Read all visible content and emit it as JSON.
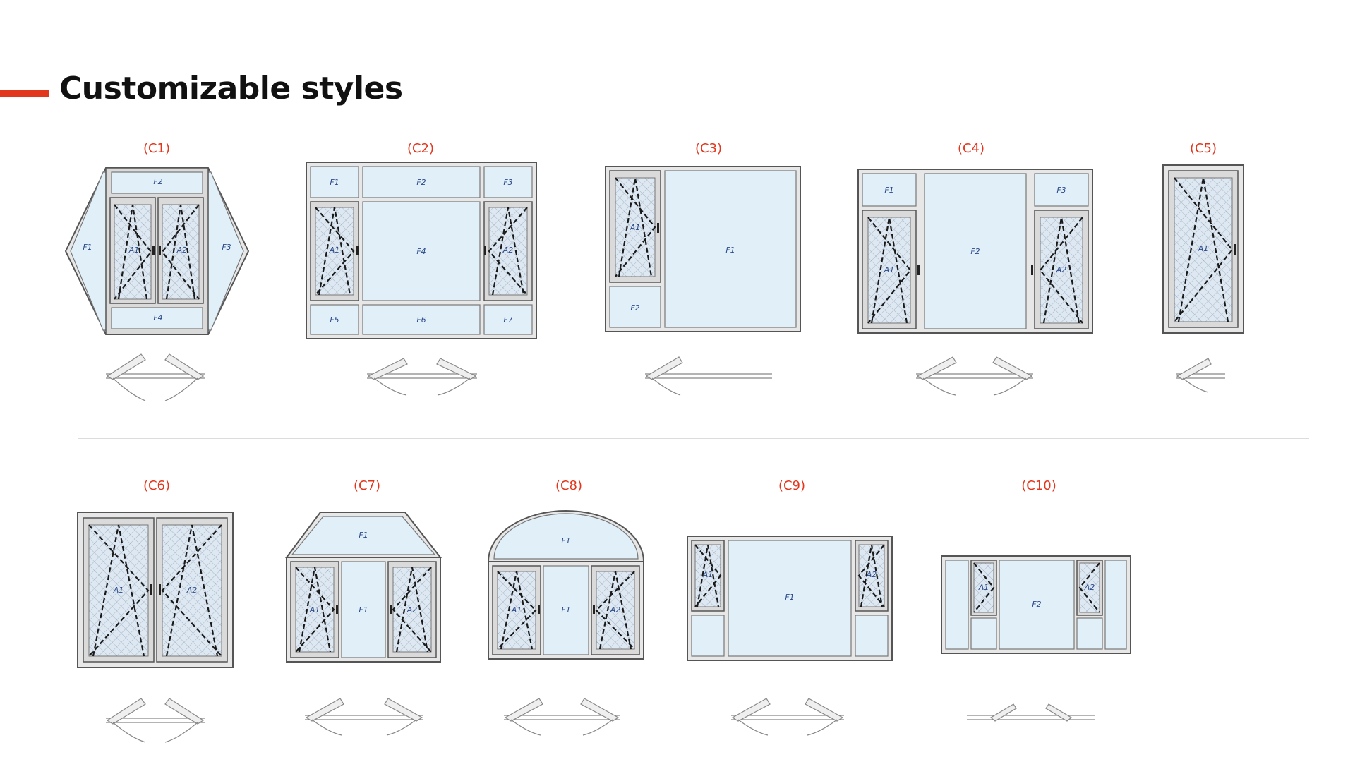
{
  "title": "Customizable styles",
  "accent_color": "#e2361d",
  "styles": [
    {
      "label": "(C1)",
      "panels": [
        "F2",
        "A1",
        "A2",
        "F1",
        "F3",
        "F4"
      ]
    },
    {
      "label": "(C2)",
      "panels": [
        "F1",
        "F2",
        "F3",
        "A1",
        "F4",
        "A2",
        "F5",
        "F6",
        "F7"
      ]
    },
    {
      "label": "(C3)",
      "panels": [
        "A1",
        "F2",
        "F1"
      ]
    },
    {
      "label": "(C4)",
      "panels": [
        "F1",
        "F2",
        "F3",
        "A1",
        "A2"
      ]
    },
    {
      "label": "(C5)",
      "panels": [
        "A1"
      ]
    },
    {
      "label": "(C6)",
      "panels": [
        "A1",
        "A2"
      ]
    },
    {
      "label": "(C7)",
      "panels": [
        "F1",
        "A1",
        "F1",
        "A2"
      ]
    },
    {
      "label": "(C8)",
      "panels": [
        "F1",
        "A1",
        "F1",
        "A2"
      ]
    },
    {
      "label": "(C9)",
      "panels": [
        "A1",
        "F1",
        "A2"
      ]
    },
    {
      "label": "(C10)",
      "panels": [
        "A1",
        "F2",
        "A2"
      ]
    }
  ]
}
